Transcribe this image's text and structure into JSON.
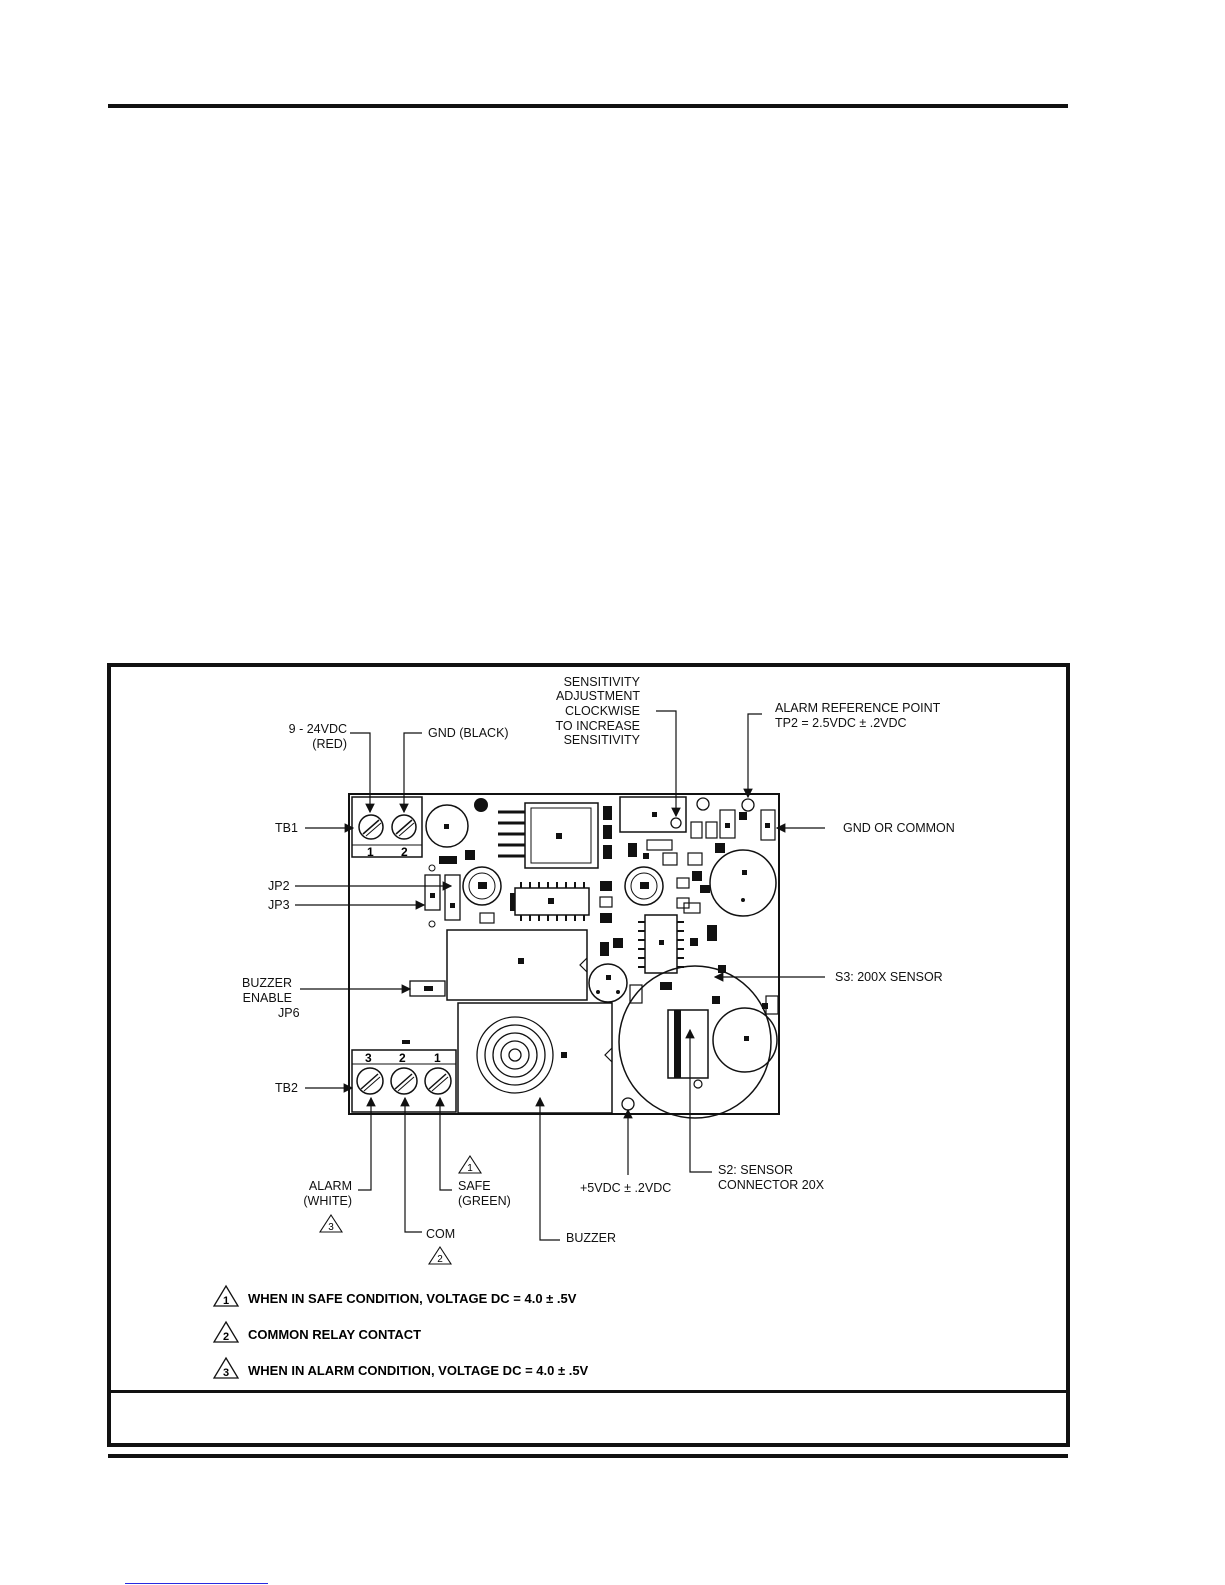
{
  "figure": {
    "callouts": {
      "sensitivity": [
        "SENSITIVITY",
        "ADJUSTMENT",
        "CLOCKWISE",
        "TO INCREASE",
        "SENSITIVITY"
      ],
      "alarm_ref": [
        "ALARM REFERENCE POINT",
        "TP2 = 2.5VDC ± .2VDC"
      ],
      "power": [
        "9 - 24VDC",
        "(RED)"
      ],
      "gnd_black": "GND (BLACK)",
      "tb1": "TB1",
      "gnd_common": "GND OR COMMON",
      "jp2": "JP2",
      "jp3": "JP3",
      "buzzer_enable": [
        "BUZZER",
        "ENABLE",
        "JP6"
      ],
      "s3": "S3: 200X SENSOR",
      "tb2": "TB2",
      "alarm": [
        "ALARM",
        "(WHITE)"
      ],
      "safe": [
        "SAFE",
        "(GREEN)"
      ],
      "com": "COM",
      "buzzer": "BUZZER",
      "plus5": "+5VDC ± .2VDC",
      "s2": [
        "S2: SENSOR",
        "CONNECTOR 20X"
      ]
    },
    "terminal_numbers": {
      "tb1": [
        "1",
        "2"
      ],
      "tb2": [
        "3",
        "2",
        "1"
      ]
    },
    "notes": [
      {
        "num": "1",
        "text": "WHEN IN SAFE CONDITION, VOLTAGE DC =  4.0 ± .5V"
      },
      {
        "num": "2",
        "text": "COMMON RELAY CONTACT"
      },
      {
        "num": "3",
        "text": "WHEN IN ALARM CONDITION, VOLTAGE DC =  4.0 ± .5V"
      }
    ],
    "caption": ""
  }
}
